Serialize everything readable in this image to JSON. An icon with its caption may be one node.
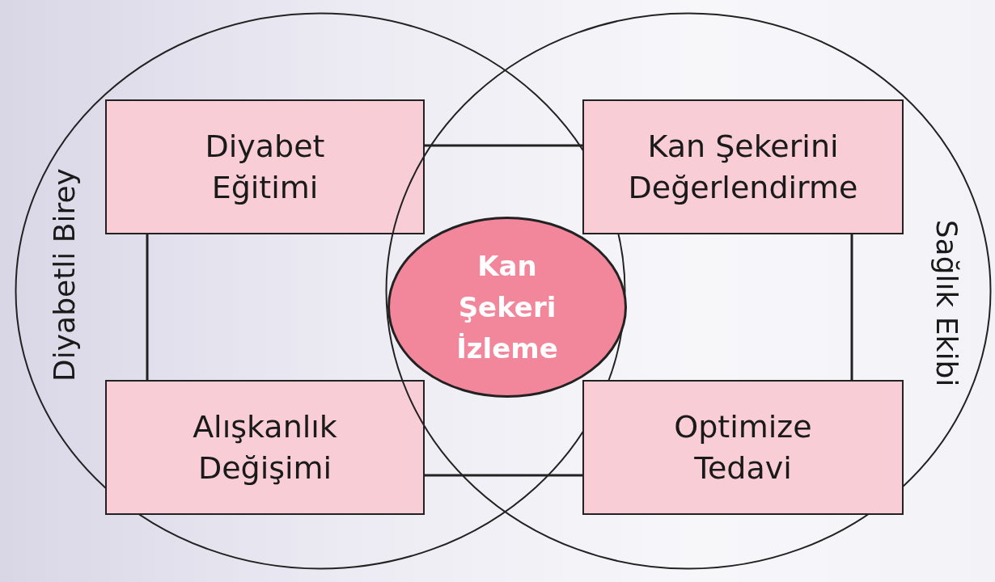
{
  "diagram": {
    "nodes": [
      {
        "text": [
          "Diyabetli Birey"
        ]
      },
      {
        "text": [
          "Sağlık Ekibi"
        ]
      },
      {
        "text": [
          "Diyabet Eğitimi"
        ],
        "in": 0
      },
      {
        "text": [
          "Kan Şekerini Değerlendirme"
        ],
        "in": 1
      },
      {
        "text": [
          "Kan Şekeri İzleme"
        ]
      },
      {
        "text": [
          "Alışkanlık Değişimi"
        ],
        "in": 0
      },
      {
        "text": [
          "Optimize Tedavi"
        ],
        "in": 1
      }
    ],
    "edges": [
      {
        "from": 2,
        "to": 3,
        "arrow": "none"
      },
      {
        "from": 2,
        "to": 5,
        "arrow": "none"
      },
      {
        "from": 3,
        "to": 6,
        "arrow": "none"
      },
      {
        "from": 5,
        "to": 6,
        "arrow": "none"
      }
    ]
  }
}
